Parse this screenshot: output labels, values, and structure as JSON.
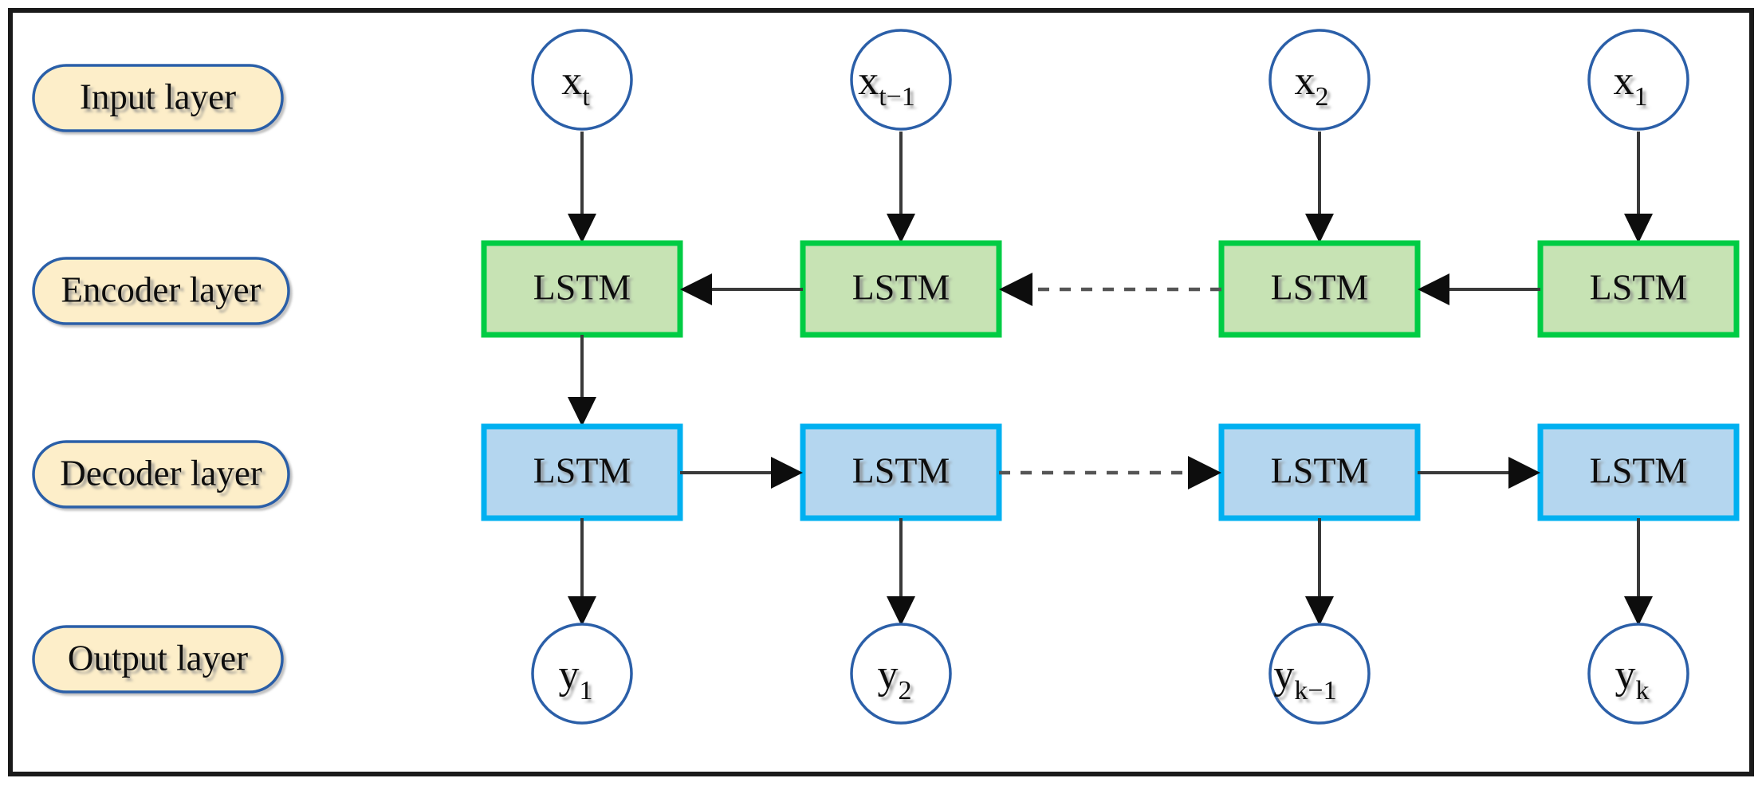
{
  "figure": {
    "title": "Encoder-Decoder LSTM architecture diagram",
    "frame_color": "#1a1a1a",
    "background": "#ffffff"
  },
  "colors": {
    "pill_fill": "#fdeec9",
    "pill_stroke": "#2b5fa8",
    "circle_fill": "#ffffff",
    "circle_stroke": "#2b5fa8",
    "encoder_fill": "#c7e3b4",
    "encoder_stroke": "#00cc44",
    "decoder_fill": "#b4d6ef",
    "decoder_stroke": "#00b0f0",
    "connector": "#3a3a3a",
    "arrow_head": "#0d0d0d",
    "text": "#111111"
  },
  "layer_labels": [
    {
      "id": "input",
      "label": "Input layer"
    },
    {
      "id": "encoder",
      "label": "Encoder layer"
    },
    {
      "id": "decoder",
      "label": "Decoder layer"
    },
    {
      "id": "output",
      "label": "Output layer"
    }
  ],
  "input_nodes": [
    {
      "id": "x-t",
      "base": "x",
      "sub": "t"
    },
    {
      "id": "x-t-1",
      "base": "x",
      "sub": "t−1"
    },
    {
      "id": "x-2",
      "base": "x",
      "sub": "2"
    },
    {
      "id": "x-1",
      "base": "x",
      "sub": "1"
    }
  ],
  "encoder_cells": [
    {
      "id": "encoder-lstm-1",
      "label": "LSTM"
    },
    {
      "id": "encoder-lstm-2",
      "label": "LSTM"
    },
    {
      "id": "encoder-lstm-3",
      "label": "LSTM"
    },
    {
      "id": "encoder-lstm-4",
      "label": "LSTM"
    }
  ],
  "decoder_cells": [
    {
      "id": "decoder-lstm-1",
      "label": "LSTM"
    },
    {
      "id": "decoder-lstm-2",
      "label": "LSTM"
    },
    {
      "id": "decoder-lstm-3",
      "label": "LSTM"
    },
    {
      "id": "decoder-lstm-4",
      "label": "LSTM"
    }
  ],
  "output_nodes": [
    {
      "id": "y-1",
      "base": "y",
      "sub": "1"
    },
    {
      "id": "y-2",
      "base": "y",
      "sub": "2"
    },
    {
      "id": "y-k-1",
      "base": "y",
      "sub": "k−1"
    },
    {
      "id": "y-k",
      "base": "y",
      "sub": "k"
    }
  ],
  "connections": {
    "input_to_encoder": [
      {
        "from": "x-t",
        "to": "encoder-lstm-1",
        "style": "solid",
        "direction": "down"
      },
      {
        "from": "x-t-1",
        "to": "encoder-lstm-2",
        "style": "solid",
        "direction": "down"
      },
      {
        "from": "x-2",
        "to": "encoder-lstm-3",
        "style": "solid",
        "direction": "down"
      },
      {
        "from": "x-1",
        "to": "encoder-lstm-4",
        "style": "solid",
        "direction": "down"
      }
    ],
    "encoder_chain": [
      {
        "from": "encoder-lstm-2",
        "to": "encoder-lstm-1",
        "style": "solid",
        "direction": "left"
      },
      {
        "from": "encoder-lstm-3",
        "to": "encoder-lstm-2",
        "style": "dashed",
        "direction": "left"
      },
      {
        "from": "encoder-lstm-4",
        "to": "encoder-lstm-3",
        "style": "solid",
        "direction": "left"
      }
    ],
    "encoder_to_decoder": [
      {
        "from": "encoder-lstm-1",
        "to": "decoder-lstm-1",
        "style": "solid",
        "direction": "down"
      }
    ],
    "decoder_chain": [
      {
        "from": "decoder-lstm-1",
        "to": "decoder-lstm-2",
        "style": "solid",
        "direction": "right"
      },
      {
        "from": "decoder-lstm-2",
        "to": "decoder-lstm-3",
        "style": "dashed",
        "direction": "right"
      },
      {
        "from": "decoder-lstm-3",
        "to": "decoder-lstm-4",
        "style": "solid",
        "direction": "right"
      }
    ],
    "decoder_to_output": [
      {
        "from": "decoder-lstm-1",
        "to": "y-1",
        "style": "solid",
        "direction": "down"
      },
      {
        "from": "decoder-lstm-2",
        "to": "y-2",
        "style": "solid",
        "direction": "down"
      },
      {
        "from": "decoder-lstm-3",
        "to": "y-k-1",
        "style": "solid",
        "direction": "down"
      },
      {
        "from": "decoder-lstm-4",
        "to": "y-k",
        "style": "solid",
        "direction": "down"
      }
    ]
  }
}
